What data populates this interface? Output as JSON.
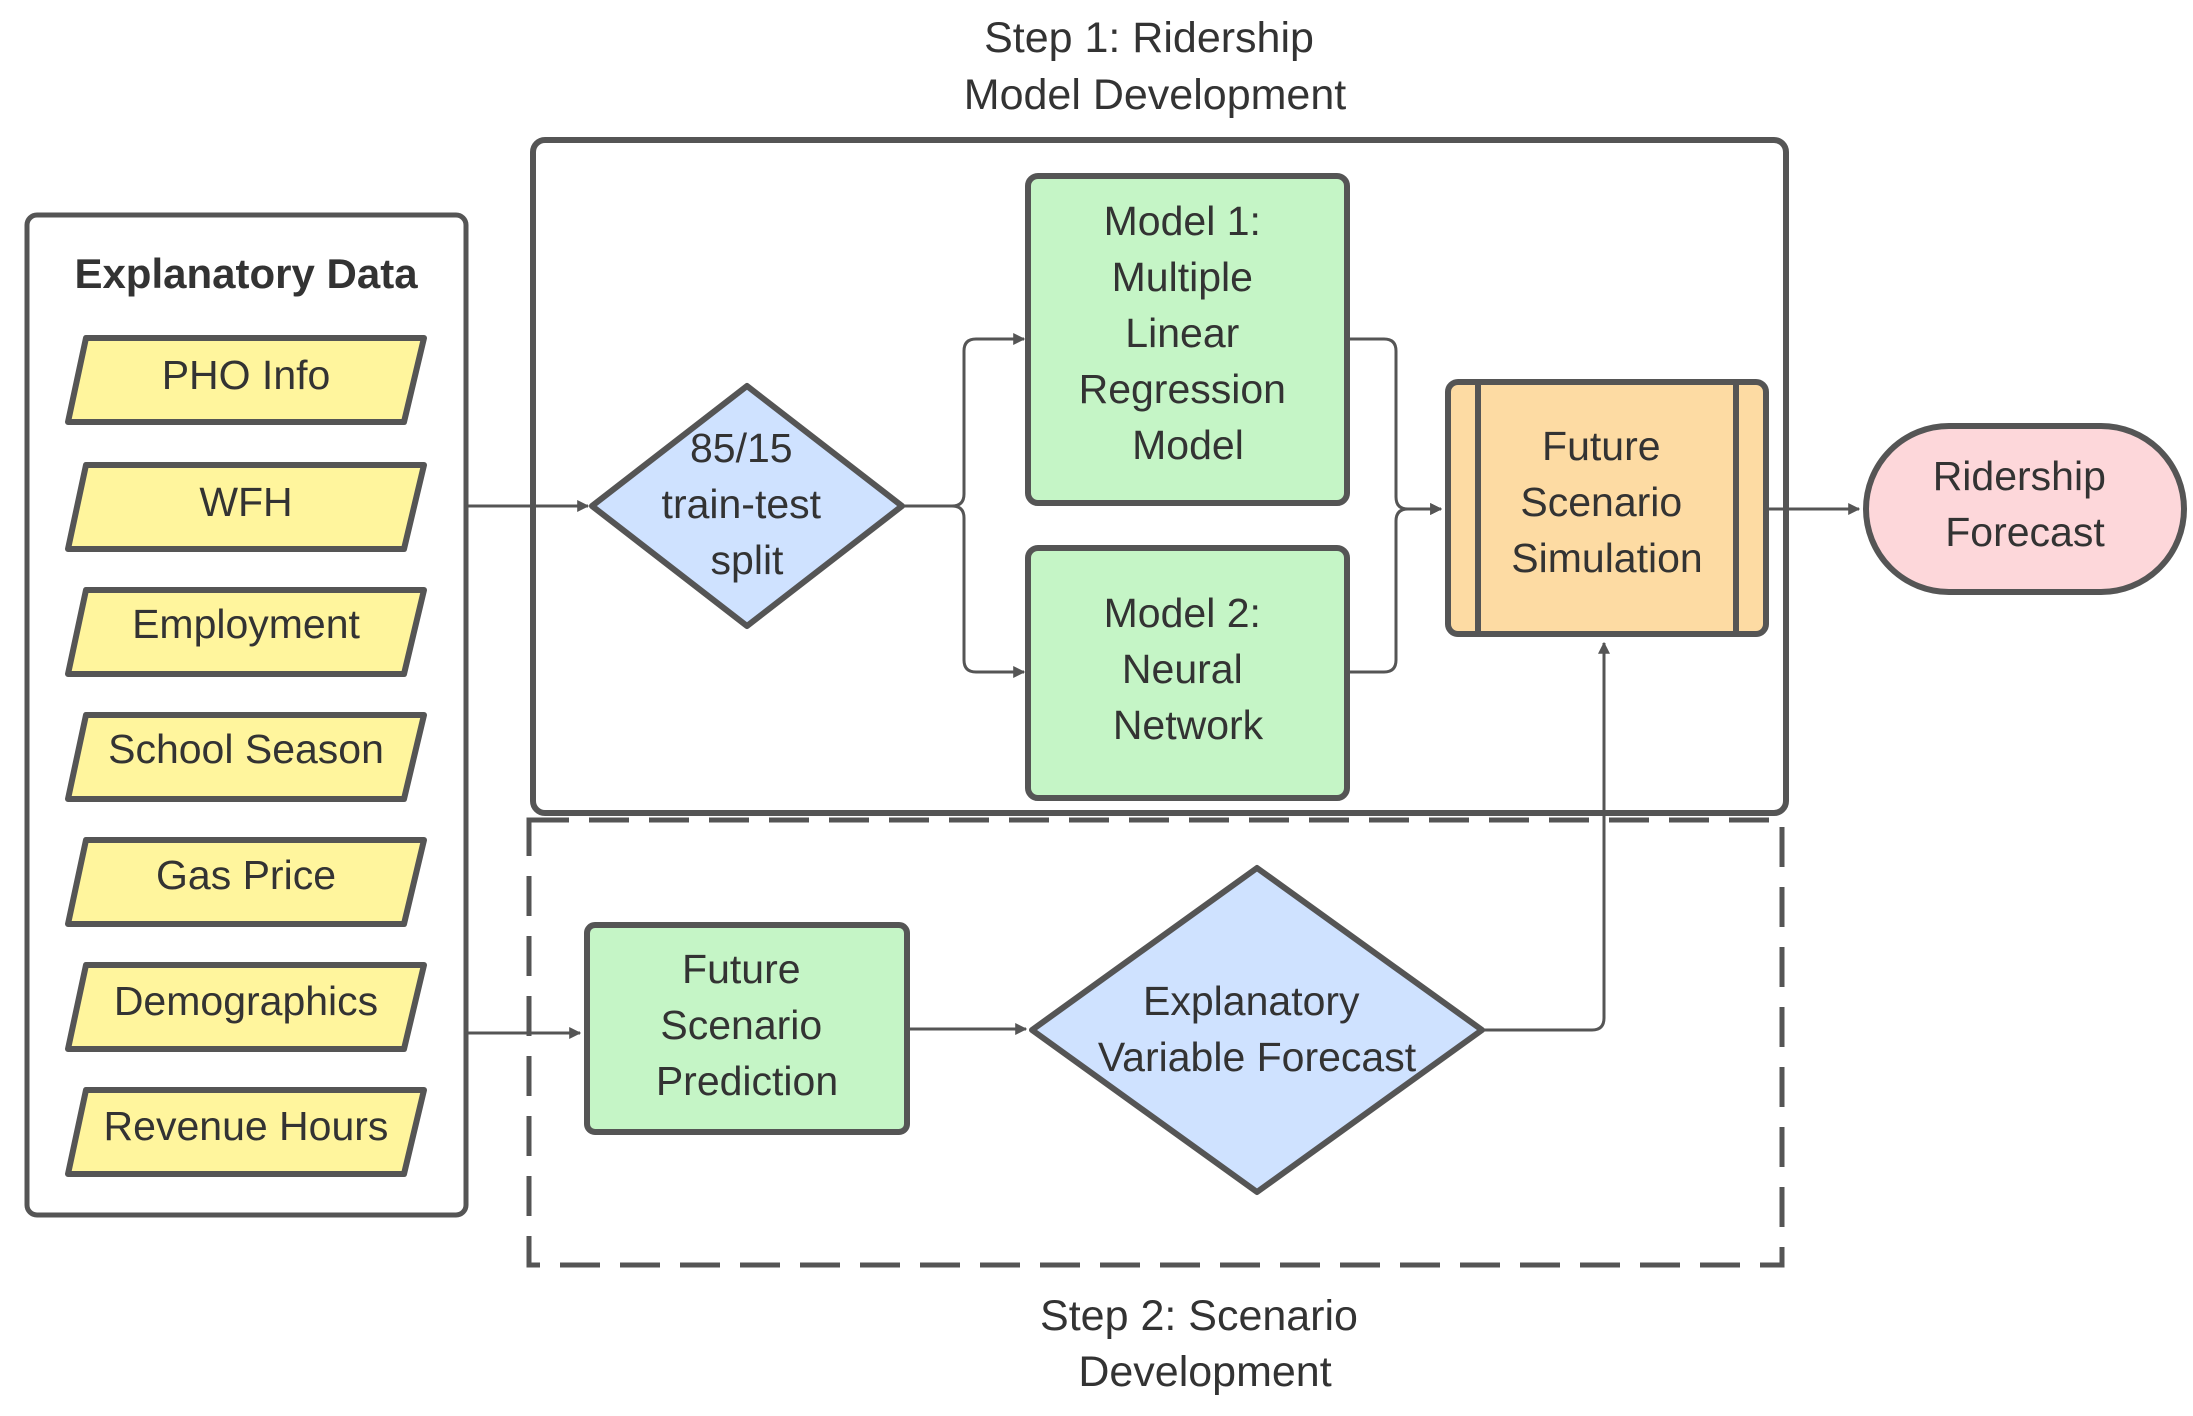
{
  "colors": {
    "stroke": "#555555",
    "input_fill": "#fff59d",
    "process_fill": "#c5f5c6",
    "decision_fill": "#cfe2ff",
    "simulation_fill": "#fddba3",
    "terminal_fill": "#fdd7da",
    "text": "#333333"
  },
  "step1_title": [
    "Step 1: Ridership",
    "Model Development"
  ],
  "step2_title": [
    "Step 2: Scenario",
    "Development"
  ],
  "explanatory_panel": {
    "title": "Explanatory Data",
    "items": [
      "PHO Info",
      "WFH",
      "Employment",
      "School Season",
      "Gas Price",
      "Demographics",
      "Revenue Hours"
    ]
  },
  "split": [
    "85/15",
    "train-test",
    "split"
  ],
  "model1": [
    "Model 1:",
    "Multiple",
    "Linear",
    "Regression",
    "Model"
  ],
  "model2": [
    "Model 2:",
    "Neural",
    "Network"
  ],
  "simulation": [
    "Future",
    "Scenario",
    "Simulation"
  ],
  "forecast": [
    "Ridership",
    "Forecast"
  ],
  "future_prediction": [
    "Future",
    "Scenario",
    "Prediction"
  ],
  "variable_forecast": [
    "Explanatory",
    "Variable Forecast"
  ]
}
